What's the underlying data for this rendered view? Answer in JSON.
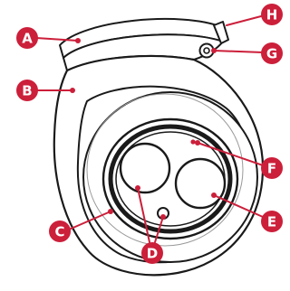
{
  "colors": {
    "callout": "#cc1f3a",
    "outline": "#1a1a1a",
    "body": "#ffffff"
  },
  "callouts": {
    "a": "A",
    "b": "B",
    "c": "C",
    "d": "D",
    "e": "E",
    "f": "F",
    "g": "G",
    "h": "H"
  }
}
